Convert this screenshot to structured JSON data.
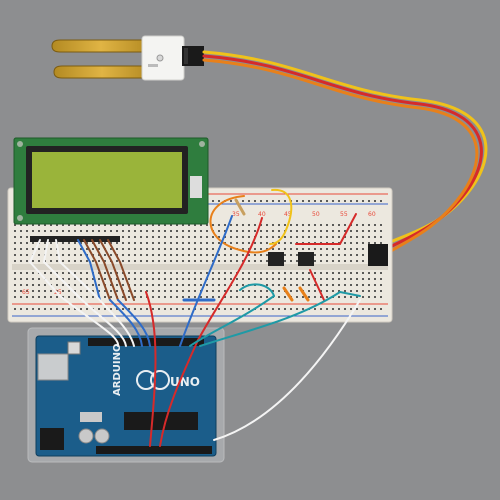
{
  "scene": {
    "background": "#8d8e90",
    "board_brand": "ARDUINO",
    "board_model": "UNO",
    "breadboard_numbers": [
      "35",
      "40",
      "45",
      "50",
      "55",
      "60"
    ],
    "breadboard_row_labels": [
      "65",
      "25"
    ],
    "colors": {
      "breadboard": "#ece8df",
      "arduino_pcb": "#1b5d8a",
      "lcd_pcb": "#2f7d3e",
      "lcd_screen": "#9ab43a",
      "sensor_probe": "#c79a2a",
      "wire_red": "#d62a2a",
      "wire_blue": "#2f6cc8",
      "wire_white": "#f4f4f4",
      "wire_yellow": "#f0c21a",
      "wire_orange": "#e8801a",
      "wire_teal": "#1f9aa6",
      "wire_brown": "#8a4a2a"
    }
  }
}
